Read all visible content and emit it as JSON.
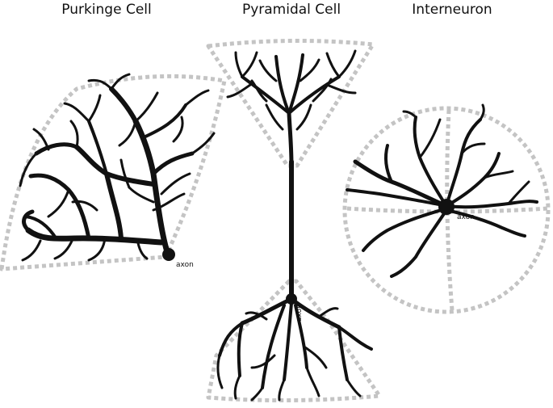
{
  "titles": {
    "purkinje": "Purkinge Cell",
    "pyramidal": "Pyramidal Cell",
    "interneuron": "Interneuron"
  },
  "labels": {
    "purkinje_axon": "axon",
    "pyramidal_axon": "axon",
    "interneuron_axon": "axon"
  },
  "colors": {
    "neuron": "#111111",
    "territory_outline": "#c4c4c4",
    "background": "#ffffff"
  }
}
